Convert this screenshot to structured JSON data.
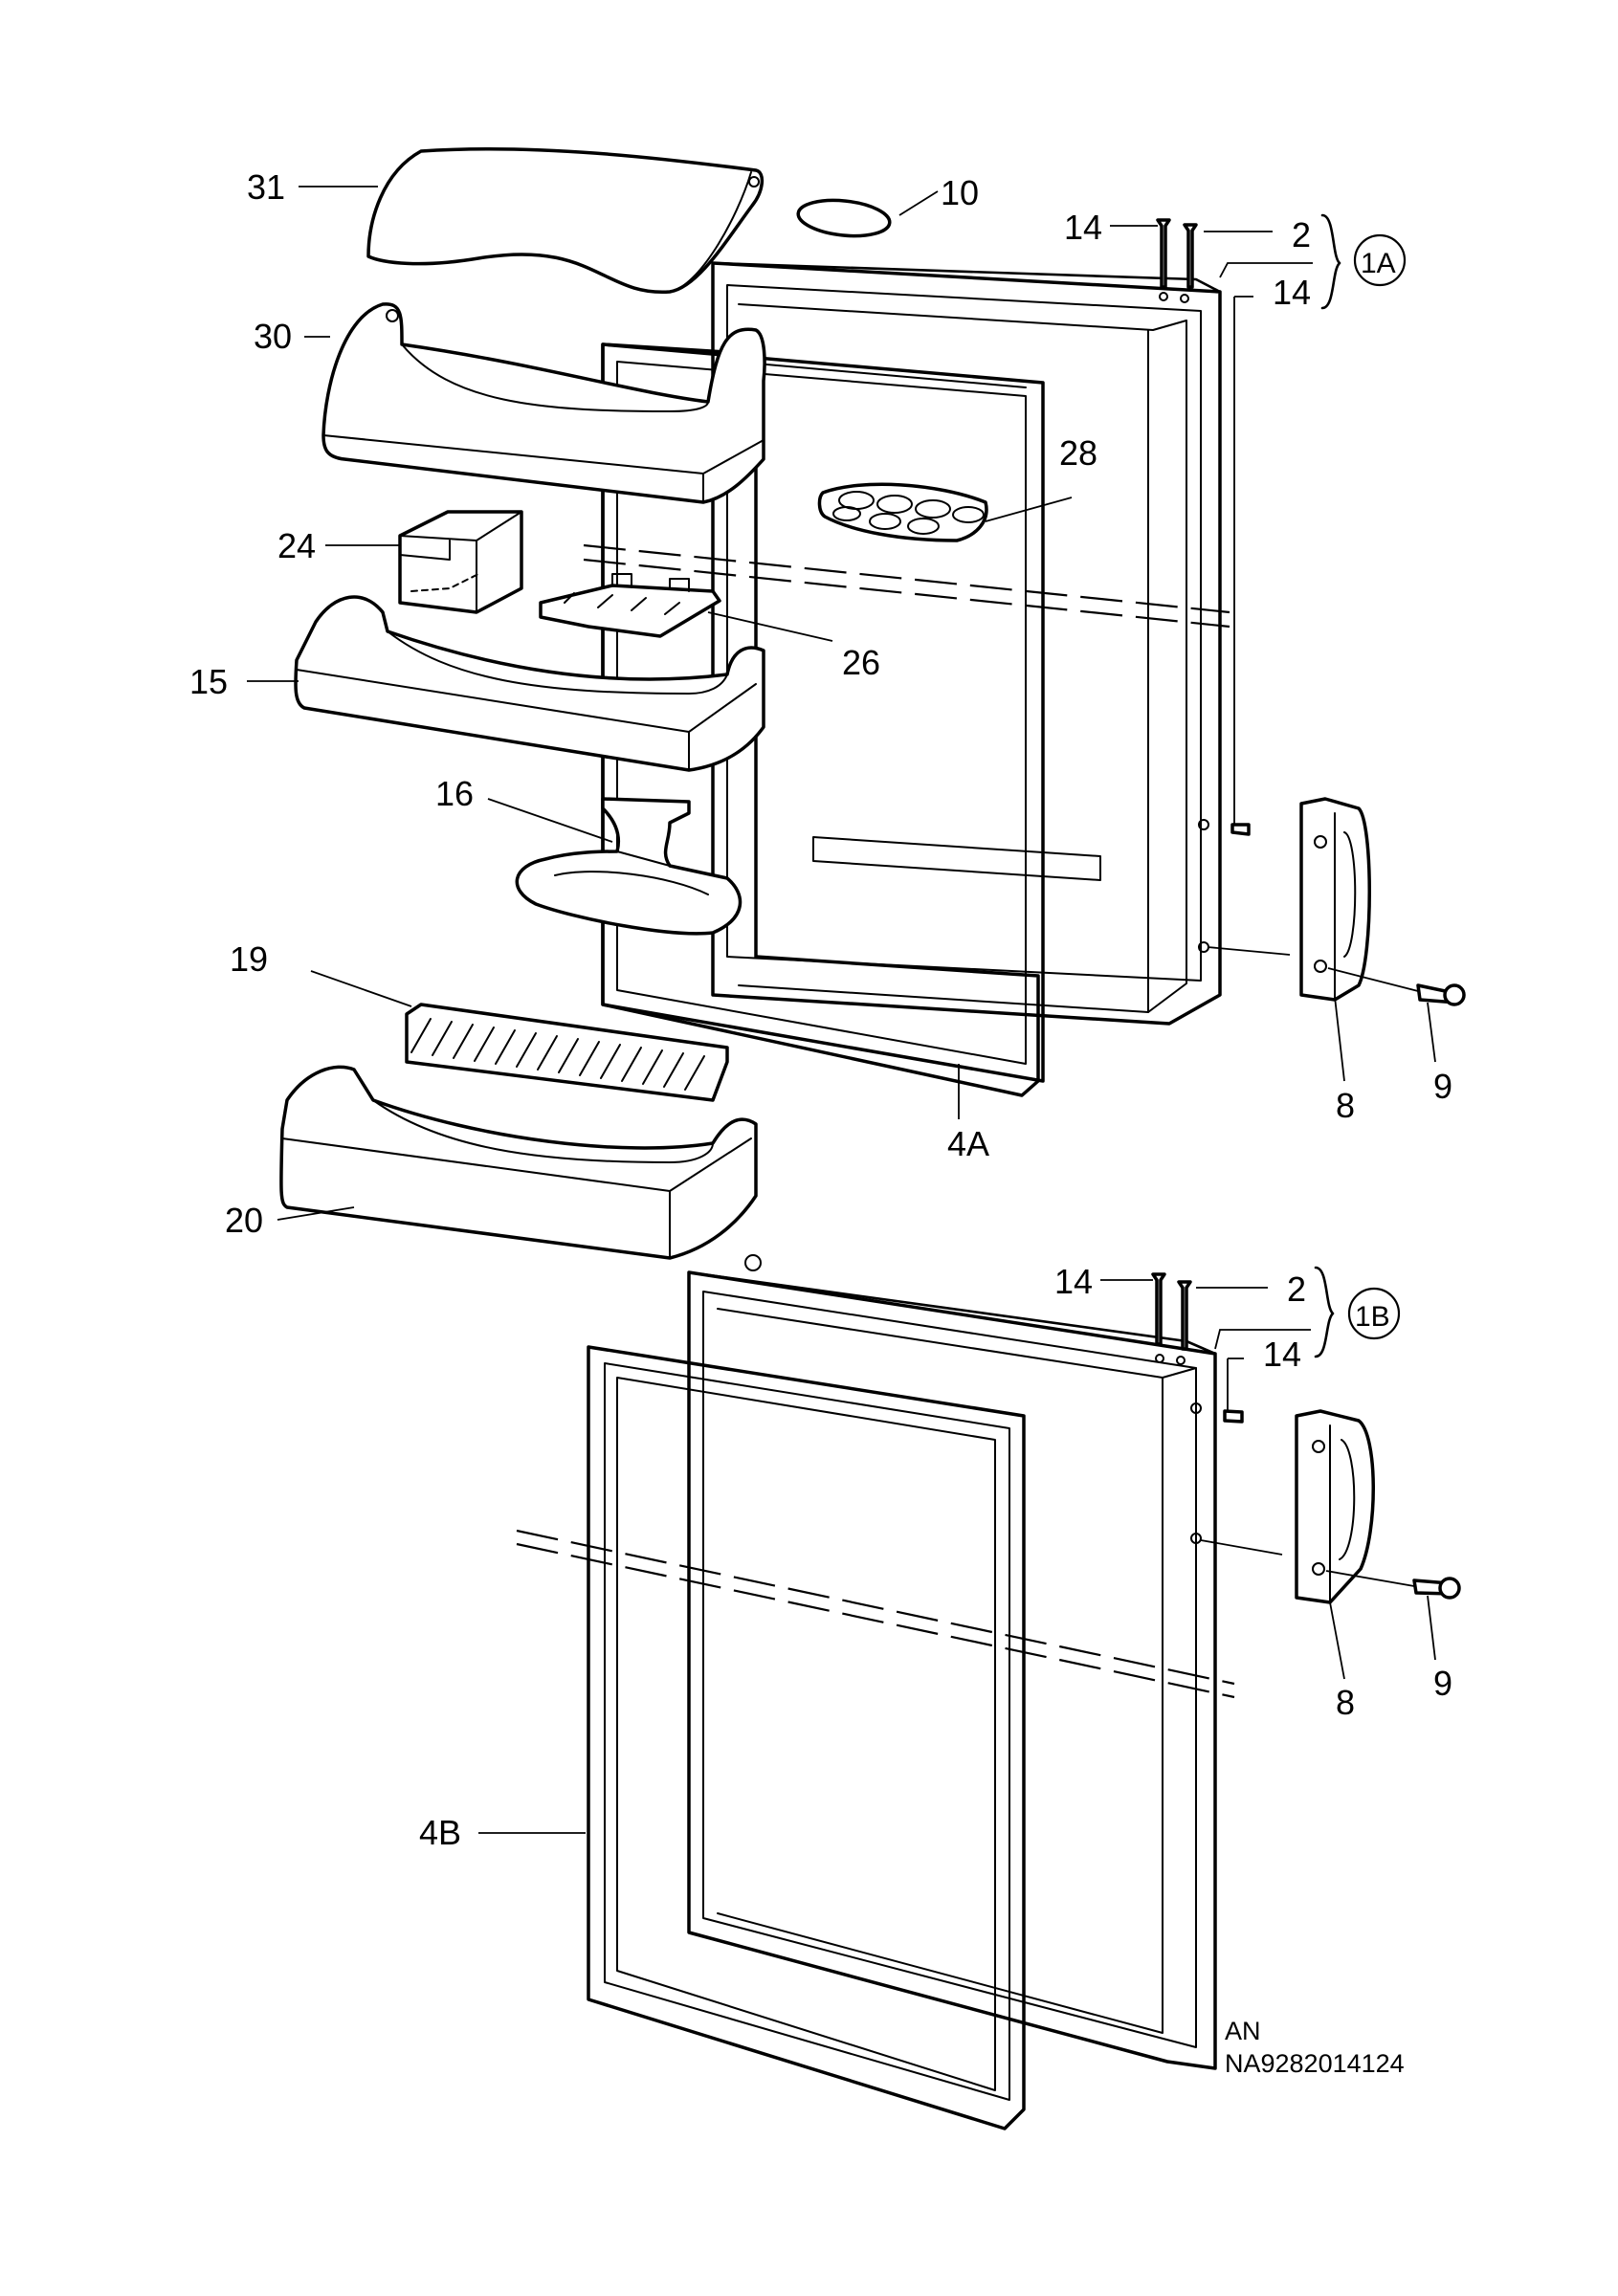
{
  "labels": {
    "p31": "31",
    "p10": "10",
    "p14a": "14",
    "p2a": "2",
    "p14b": "14",
    "p1A": "1A",
    "p30": "30",
    "p28": "28",
    "p24": "24",
    "p15": "15",
    "p26": "26",
    "p16": "16",
    "p19": "19",
    "p8a": "8",
    "p9a": "9",
    "p4A": "4A",
    "p20": "20",
    "p14c": "14",
    "p2b": "2",
    "p1B": "1B",
    "p14d": "14",
    "p8b": "8",
    "p9b": "9",
    "p4B": "4B"
  },
  "footer": {
    "line1": "AN",
    "line2": "NA9282014124"
  }
}
